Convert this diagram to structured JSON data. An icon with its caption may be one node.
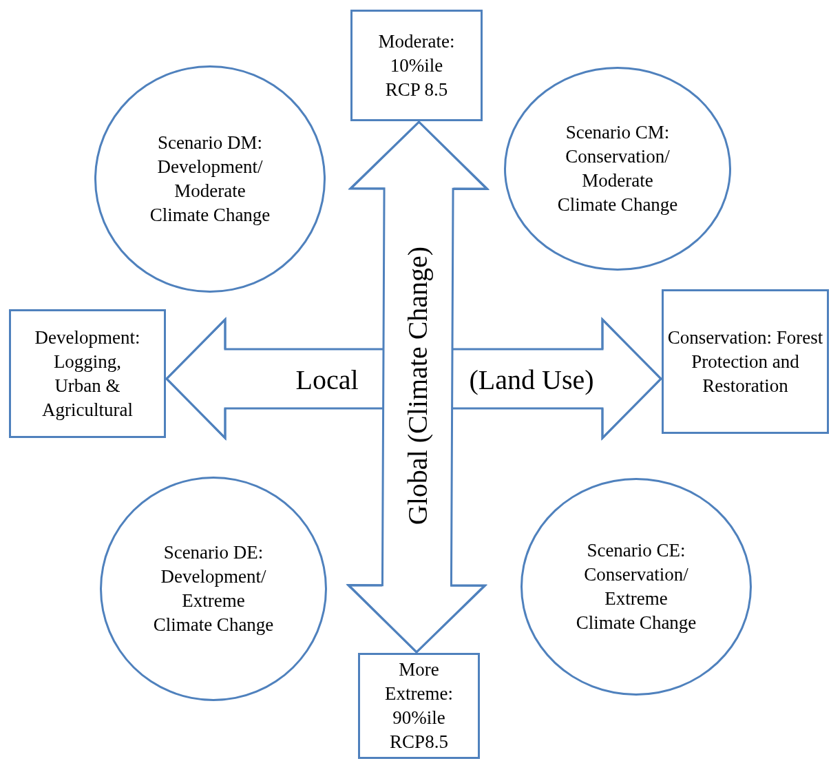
{
  "diagram": {
    "nodes": [
      {
        "text": [
          "Moderate: 10%ile RCP 8.5"
        ]
      },
      {
        "text": [
          "Scenario DM: Development/ Moderate Climate Change"
        ]
      },
      {
        "text": [
          "Scenario CM: Conservation/ Moderate Climate Change"
        ]
      },
      {
        "text": [
          "Development: Logging, Urban & Agricultural"
        ]
      },
      {
        "text": [
          "Conservation: Forest Protection and Restoration"
        ]
      },
      {
        "text": [
          "Scenario DE: Development/ Extreme Climate Change"
        ]
      },
      {
        "text": [
          "Scenario CE: Conservation/ Extreme Climate Change"
        ]
      },
      {
        "text": [
          "More Extreme: 90%ile RCP8.5"
        ]
      }
    ],
    "edges": [
      {
        "from": 0,
        "to": 7,
        "arrow": "both",
        "label": "Global (Climate Change)"
      },
      {
        "from": null,
        "to": 3,
        "arrow": "to",
        "label": "Local"
      },
      {
        "from": null,
        "to": 4,
        "arrow": "to",
        "label": "(Land Use)"
      }
    ]
  }
}
